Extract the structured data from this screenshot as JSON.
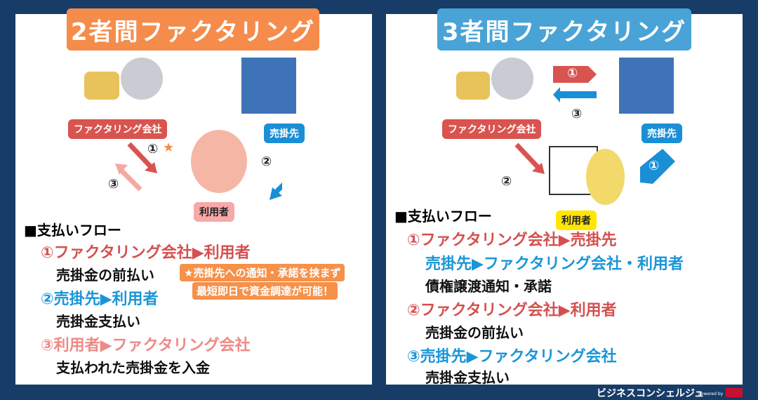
{
  "left": {
    "title": "2者間ファクタリング",
    "labels": {
      "factoring": "ファクタリング会社",
      "client": "売掛先",
      "user": "利用者"
    },
    "arrow_numbers": [
      "①",
      "②",
      "③"
    ],
    "star": "★",
    "flow_heading": "■支払いフロー",
    "flows": [
      {
        "title": "①ファクタリング会社▶利用者",
        "desc": "売掛金の前払い"
      },
      {
        "title": "②売掛先▶利用者",
        "desc": "売掛金支払い"
      },
      {
        "title": "③利用者▶ファクタリング会社",
        "desc": "支払われた売掛金を入金"
      }
    ],
    "note": [
      "★売掛先への通知・承諾を挟まず",
      "最短即日で資金調達が可能！"
    ]
  },
  "right": {
    "title": "3者間ファクタリング",
    "labels": {
      "factoring": "ファクタリング会社",
      "client": "売掛先",
      "user": "利用者"
    },
    "arrow_numbers": [
      "①",
      "③",
      "②",
      "①"
    ],
    "flow_heading": "■支払いフロー",
    "flows": [
      {
        "title": "①ファクタリング会社▶売掛先",
        "title2": "売掛先▶ファクタリング会社・利用者",
        "desc": "債権譲渡通知・承諾"
      },
      {
        "title": "②ファクタリング会社▶利用者",
        "desc": "売掛金の前払い"
      },
      {
        "title": "③売掛先▶ファクタリング会社",
        "desc": "売掛金支払い"
      }
    ]
  },
  "footer": {
    "brand": "ビジネスコンシェルジュ",
    "powered": "powered by"
  }
}
